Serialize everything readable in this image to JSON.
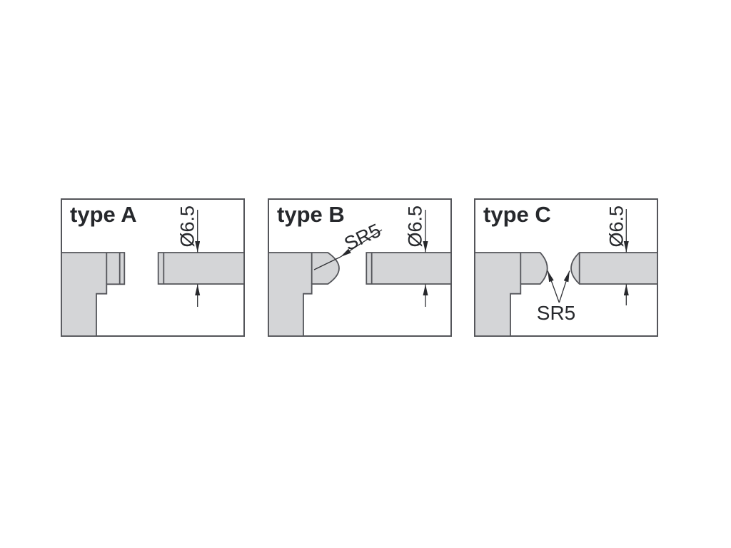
{
  "figure": {
    "description": "micrometer measuring face types",
    "panel_count": 3
  },
  "colors": {
    "background": "#ffffff",
    "outline": "#54555a",
    "fill": "#d4d5d7",
    "text": "#26282c",
    "dimension": "#303135"
  },
  "panels": [
    {
      "id": "A",
      "label": "type A",
      "dim_label": "Ø6.5"
    },
    {
      "id": "B",
      "label": "type B",
      "dim_label": "Ø6.5",
      "radius_label": "SR5"
    },
    {
      "id": "C",
      "label": "type C",
      "dim_label": "Ø6.5",
      "radius_label": "SR5"
    }
  ]
}
